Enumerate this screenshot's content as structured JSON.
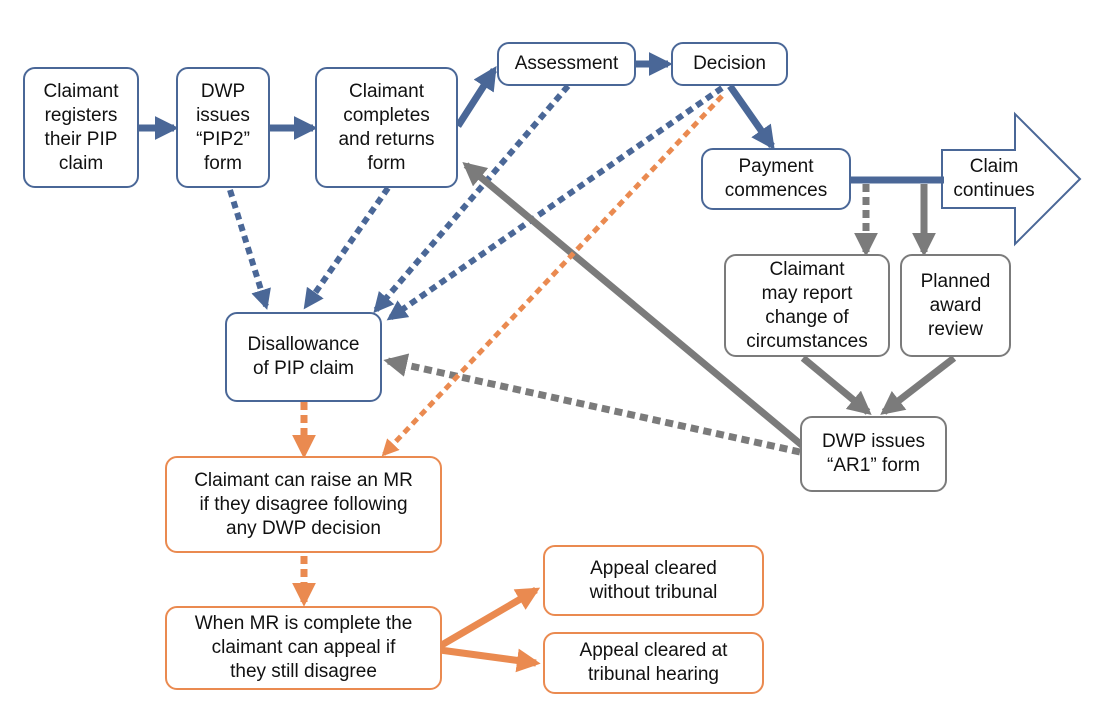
{
  "colors": {
    "blue": "#4a6797",
    "gray": "#7b7b7b",
    "orange": "#ea8a50"
  },
  "nodes": {
    "register": "Claimant\nregisters\ntheir PIP\nclaim",
    "pip2": "DWP\nissues\n“PIP2”\nform",
    "returns": "Claimant\ncompletes\nand returns\nform",
    "assessment": "Assessment",
    "decision": "Decision",
    "payment": "Payment\ncommences",
    "continues": "Claim\ncontinues",
    "report_change": "Claimant\nmay report\nchange of\ncircumstances",
    "planned_review": "Planned\naward\nreview",
    "disallowance": "Disallowance\nof PIP claim",
    "ar1": "DWP issues\n“AR1” form",
    "raise_mr": "Claimant can raise an MR\nif they disagree following\nany DWP decision",
    "appeal": "When MR is complete the\nclaimant can appeal if\nthey still disagree",
    "without_tribunal": "Appeal cleared\nwithout tribunal",
    "at_tribunal": "Appeal cleared at\ntribunal hearing"
  }
}
